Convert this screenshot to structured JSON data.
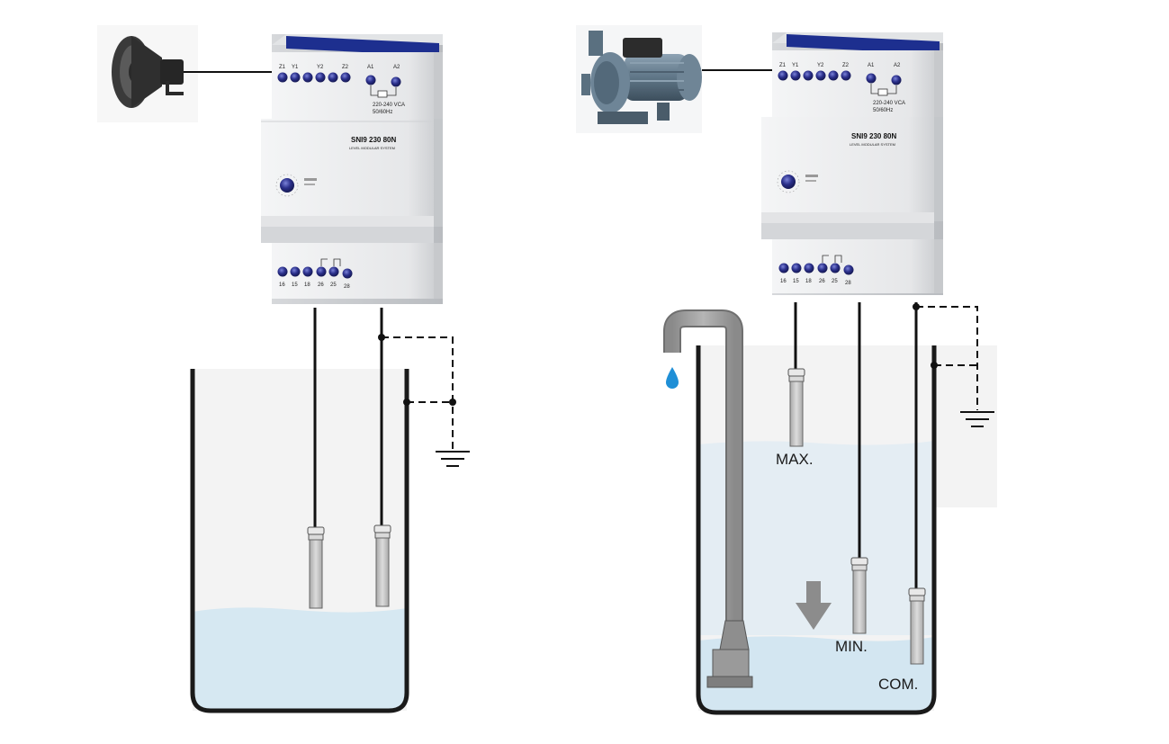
{
  "colors": {
    "water": "#d6e8f2",
    "water_deep": "#c9e0ec",
    "tank_wall": "#1a1a1a",
    "tank_bg": "#f3f3f3",
    "terminal_blue": "#2a2f8a",
    "relay_body": "#e9eaec",
    "relay_top": "#1d2f8f",
    "probe": "#c8c8c8",
    "pipe": "#9a9a9a",
    "arrow": "#8c8c8c",
    "drop": "#1f8fd6"
  },
  "relays": [
    {
      "model": "SNI9 230 80N",
      "subtitle": "LEVEL MODULAR SYSTEM",
      "top_terminals": [
        "Z1",
        "Y1",
        "Y2",
        "Z2",
        "A1",
        "A2"
      ],
      "supply": "220-240 VCA",
      "freq": "50/60Hz",
      "bottom_terminals": [
        "16",
        "15",
        "18",
        "26",
        "25",
        "28"
      ],
      "load_icon": "horn-speaker-icon"
    },
    {
      "model": "SNI9 230 80N",
      "subtitle": "LEVEL MODULAR SYSTEM",
      "top_terminals": [
        "Z1",
        "Y1",
        "Y2",
        "Z2",
        "A1",
        "A2"
      ],
      "supply": "220-240 VCA",
      "freq": "50/60Hz",
      "bottom_terminals": [
        "16",
        "15",
        "18",
        "26",
        "25",
        "28"
      ],
      "load_icon": "water-pump-icon"
    }
  ],
  "labels": {
    "max": "MAX.",
    "min": "MIN.",
    "com": "COM."
  },
  "icons": {
    "ground": "ground-icon",
    "drop": "water-drop-icon",
    "arrow": "arrow-down-icon"
  }
}
